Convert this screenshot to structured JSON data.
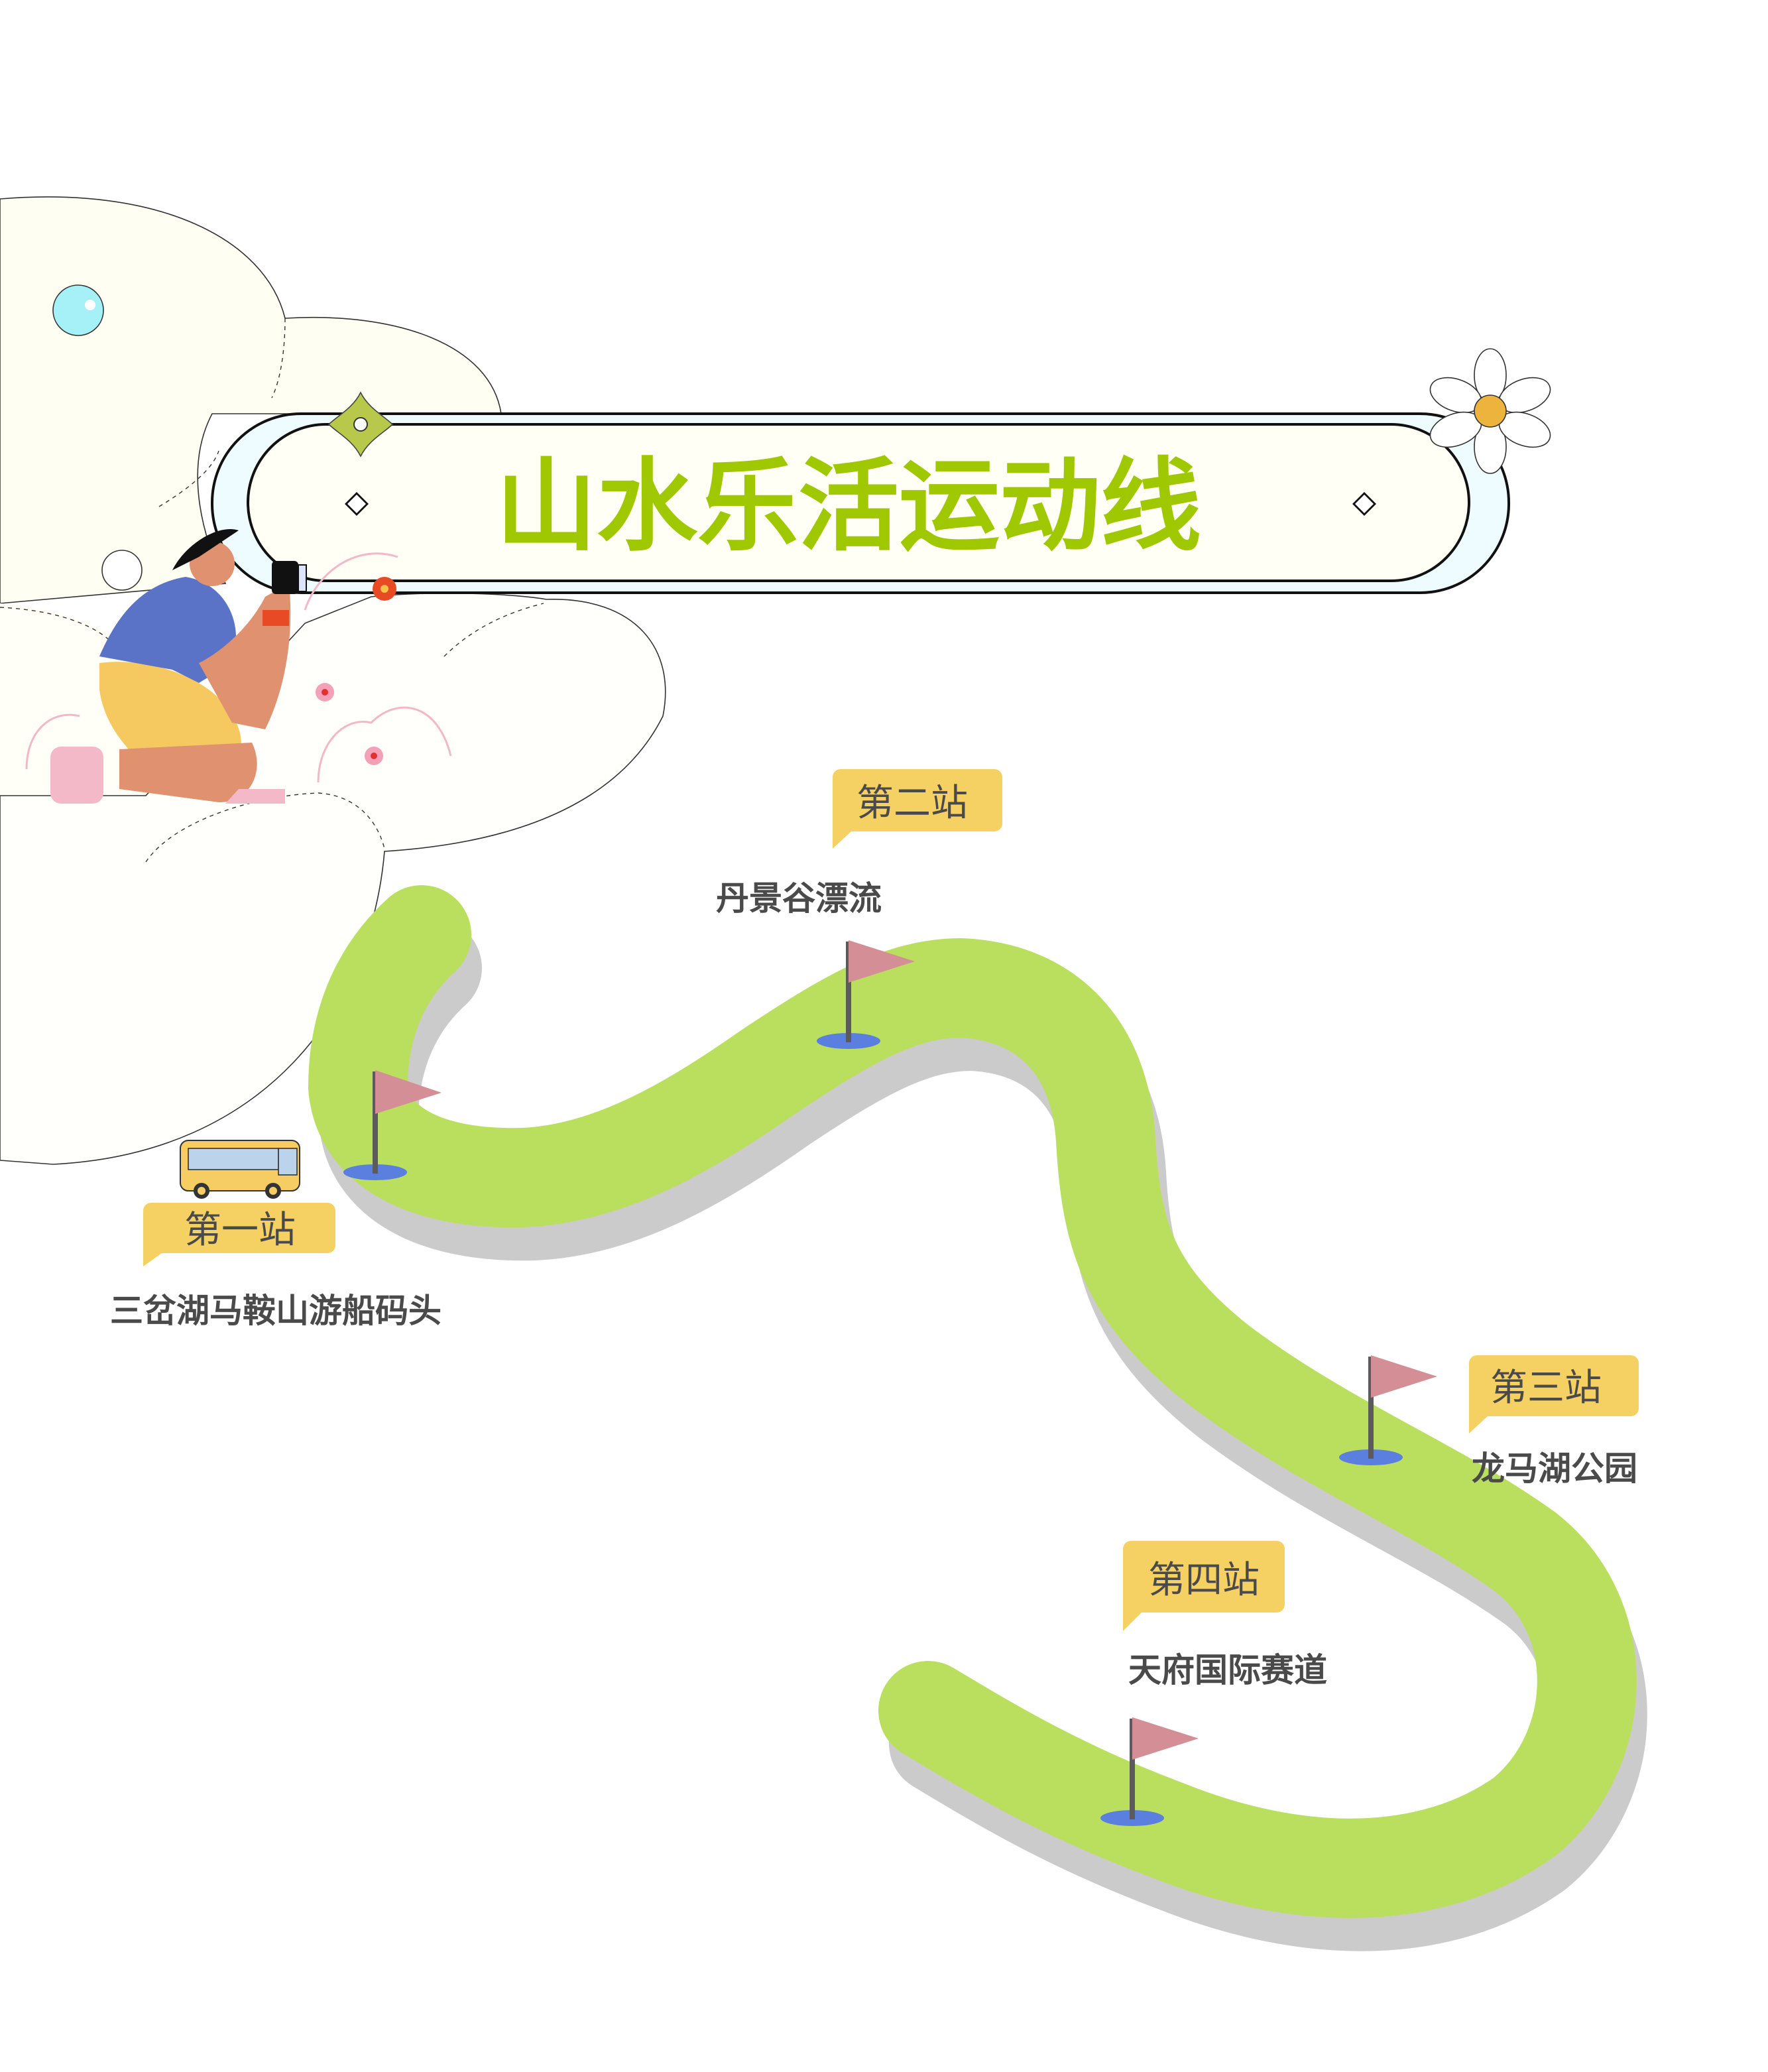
{
  "title": "山水乐活运动线",
  "stations": [
    {
      "badge": "第一站",
      "name": "三岔湖马鞍山游船码头"
    },
    {
      "badge": "第二站",
      "name": "丹景谷漂流"
    },
    {
      "badge": "第三站",
      "name": "龙马湖公园"
    },
    {
      "badge": "第四站",
      "name": "天府国际赛道"
    }
  ],
  "colors": {
    "title": "#a0c800",
    "road": "#badf5f",
    "road_shadow": "#cbcbcb",
    "badge": "#f5d163",
    "flag": "#d48f96",
    "flag_base": "#5a7fde",
    "text": "#4a4a4a"
  }
}
